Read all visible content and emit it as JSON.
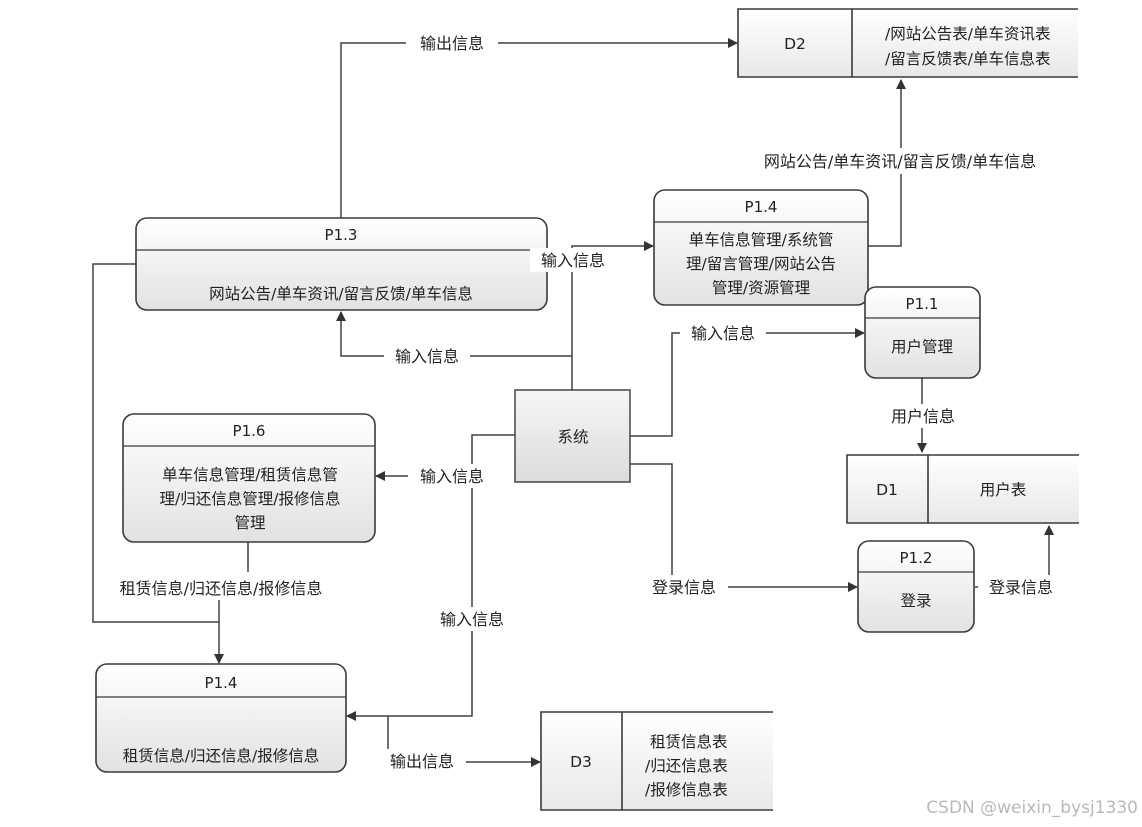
{
  "processes": {
    "p13": {
      "id": "P1.3",
      "text": "网站公告/单车资讯/留言反馈/单车信息"
    },
    "p14_top": {
      "id": "P1.4",
      "lines": [
        "单车信息管理/系统管",
        "理/留言管理/网站公告",
        "管理/资源管理"
      ]
    },
    "p11": {
      "id": "P1.1",
      "text": "用户管理"
    },
    "p16": {
      "id": "P1.6",
      "lines": [
        "单车信息管理/租赁信息管",
        "理/归还信息管理/报修信息",
        "管理"
      ]
    },
    "p12": {
      "id": "P1.2",
      "text": "登录"
    },
    "p14_bottom": {
      "id": "P1.4",
      "text": "租赁信息/归还信息/报修信息"
    }
  },
  "system": {
    "label": "系统"
  },
  "stores": {
    "d2": {
      "id": "D2",
      "lines": [
        "/网站公告表/单车资讯表",
        "/留言反馈表/单车信息表"
      ]
    },
    "d1": {
      "id": "D1",
      "text": "用户表"
    },
    "d3": {
      "id": "D3",
      "lines": [
        "租赁信息表",
        "/归还信息表",
        "/报修信息表"
      ]
    }
  },
  "flows": {
    "output_top": "输出信息",
    "p14_to_d2": "网站公告/单车资讯/留言反馈/单车信息",
    "input_to_p14": "输入信息",
    "input_to_p13": "输入信息",
    "input_to_p11": "输入信息",
    "user_info": "用户信息",
    "input_to_p16": "输入信息",
    "rental_info": "租赁信息/归还信息/报修信息",
    "input_to_p14b": "输入信息",
    "login_info": "登录信息",
    "login_to_d1": "登录信息",
    "output_bottom": "输出信息"
  },
  "watermark": "CSDN @weixin_bysj1330"
}
